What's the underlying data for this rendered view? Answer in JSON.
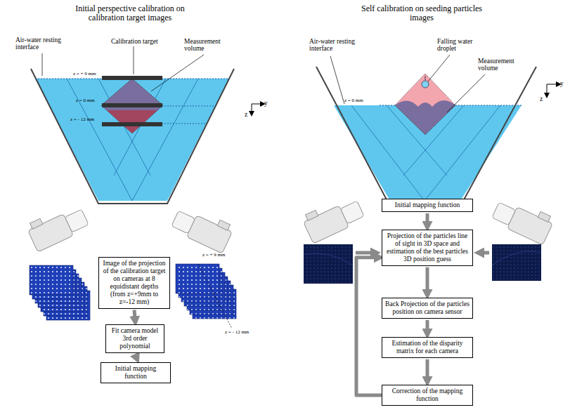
{
  "diagram": {
    "nodes": [
      {
        "text": [
          "Image of the projection of the calibration target on cameras at 8 equidistant depths (from z=+9mm to z=-12 mm)"
        ]
      },
      {
        "text": [
          "Fit camera model 3rd order polynomial"
        ]
      },
      {
        "text": [
          "Initial mapping function"
        ]
      },
      {
        "text": [
          "Initial mapping function"
        ]
      },
      {
        "text": [
          "Projection of the particles line of sight in 3D space and estimation of the best particles 3D position guess"
        ]
      },
      {
        "text": [
          "Back Projection of the particles position on camera sensor"
        ]
      },
      {
        "text": [
          "Estimation of the disparity matrix for each camera"
        ]
      },
      {
        "text": [
          "Correction of the mapping function"
        ]
      }
    ],
    "edges": [
      {
        "from": 0,
        "to": 1,
        "arrow": "to"
      },
      {
        "from": 1,
        "to": 2,
        "arrow": "to"
      },
      {
        "from": 3,
        "to": 4,
        "arrow": "to"
      },
      {
        "from": 4,
        "to": 5,
        "arrow": "to"
      },
      {
        "from": 5,
        "to": 6,
        "arrow": "to"
      },
      {
        "from": 6,
        "to": 7,
        "arrow": "to"
      },
      {
        "from": 7,
        "to": 4,
        "arrow": "to"
      }
    ],
    "labels": [
      "Initial perspective calibration on calibration target images",
      "Self calibration on seeding particles images",
      "Air-water resting interface",
      "Calibration target",
      "Measurement volume",
      "z = + 9 mm",
      "z = 0 mm",
      "z = - 12 mm",
      "z",
      "y",
      "z = + 9 mm",
      "z = - 12 mm",
      "Air-water resting interface",
      "Falling water droplet",
      "Measurement volume",
      "z = 0 mm",
      "z",
      "y"
    ]
  }
}
